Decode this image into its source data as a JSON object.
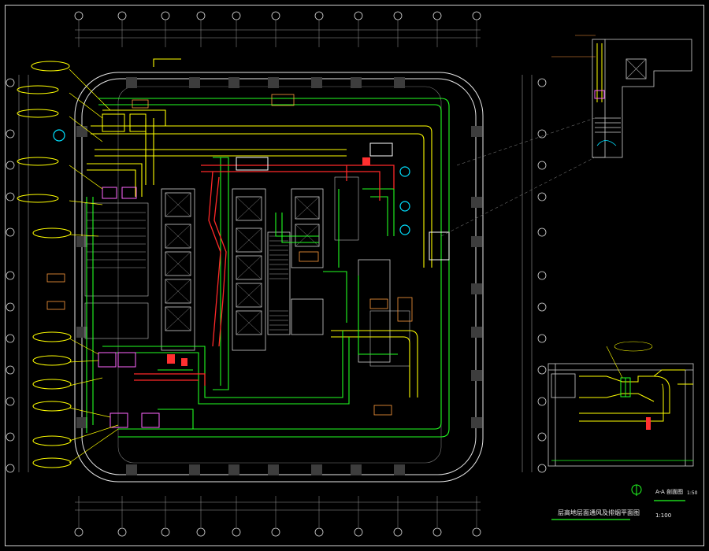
{
  "drawing": {
    "title": "层高地层面通风及排烟平面图",
    "plan_scale": "1:100",
    "section_title": "A-A 剖面图",
    "section_scale": "1:50"
  },
  "colors": {
    "background": "#000000",
    "building_outline": "#ffffff",
    "supply_duct": "#ffff00",
    "exhaust_duct": "#00ff00",
    "smoke_duct": "#ff2020",
    "callout": "#ff9a3c",
    "callout_bubble": "#ffff00",
    "fan": "#00e0ff",
    "column": "#3a3a3a",
    "grid": "#bbbbbb",
    "stair": "#cccccc"
  },
  "icons": {
    "fan": "fan-circle-icon",
    "column": "column-square-icon",
    "grid_bubble": "axis-bubble-icon",
    "north": "section-marker-icon"
  }
}
